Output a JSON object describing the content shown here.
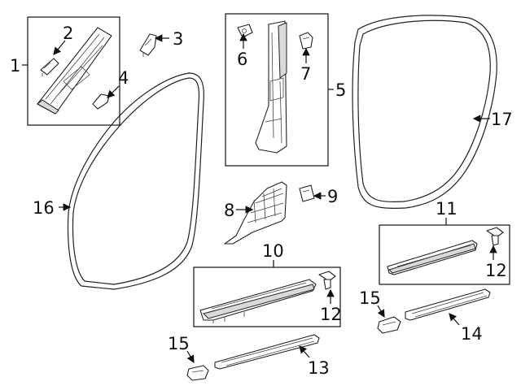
{
  "callouts": [
    {
      "id": "label-1",
      "text": "1"
    },
    {
      "id": "label-2",
      "text": "2"
    },
    {
      "id": "label-3",
      "text": "3"
    },
    {
      "id": "label-4",
      "text": "4"
    },
    {
      "id": "label-5",
      "text": "5"
    },
    {
      "id": "label-6",
      "text": "6"
    },
    {
      "id": "label-7",
      "text": "7"
    },
    {
      "id": "label-8",
      "text": "8"
    },
    {
      "id": "label-9",
      "text": "9"
    },
    {
      "id": "label-10",
      "text": "10"
    },
    {
      "id": "label-11",
      "text": "11"
    },
    {
      "id": "label-12a",
      "text": "12"
    },
    {
      "id": "label-12b",
      "text": "12"
    },
    {
      "id": "label-13",
      "text": "13"
    },
    {
      "id": "label-14",
      "text": "14"
    },
    {
      "id": "label-15a",
      "text": "15"
    },
    {
      "id": "label-15b",
      "text": "15"
    },
    {
      "id": "label-16",
      "text": "16"
    },
    {
      "id": "label-17",
      "text": "17"
    }
  ]
}
